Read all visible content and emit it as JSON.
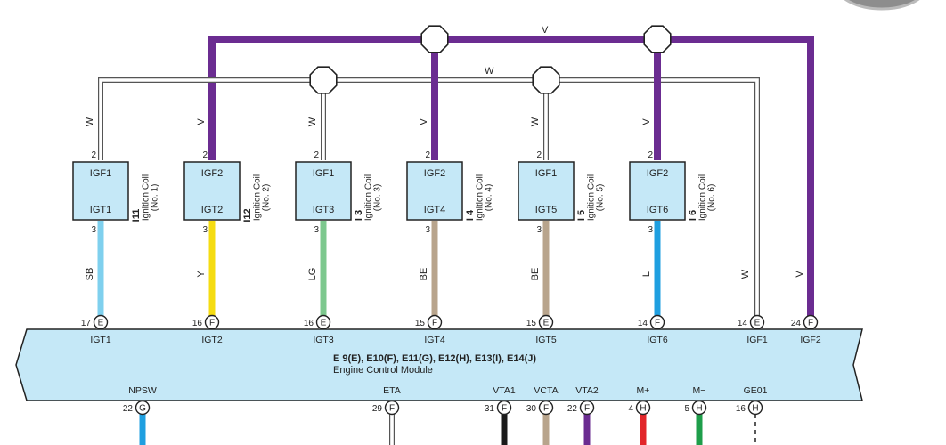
{
  "colors": {
    "violet": "#6b2c91",
    "white_wire": "#ffffff",
    "sky_blue": "#7fd0ee",
    "yellow": "#f5dc12",
    "light_green": "#7dc88e",
    "beige": "#b8a48c",
    "blue": "#1f9fe0",
    "black": "#1a1a1a",
    "red": "#e2262a",
    "green": "#1e9e4a",
    "component_fill": "#c5e8f7",
    "outline": "#333333"
  },
  "top_wires": {
    "violet_label": "V",
    "white_label": "W"
  },
  "coils": [
    {
      "wire_label": "W",
      "pin_top": "2",
      "igf": "IGF1",
      "igt": "IGT1",
      "pin_bottom": "3",
      "ref": "I11",
      "name": "Ignition Coil",
      "number": "(No. 1)",
      "out_label": "SB",
      "color": "sky_blue"
    },
    {
      "wire_label": "V",
      "pin_top": "2",
      "igf": "IGF2",
      "igt": "IGT2",
      "pin_bottom": "3",
      "ref": "I12",
      "name": "Ignition Coil",
      "number": "(No. 2)",
      "out_label": "Y",
      "color": "yellow"
    },
    {
      "wire_label": "W",
      "pin_top": "2",
      "igf": "IGF1",
      "igt": "IGT3",
      "pin_bottom": "3",
      "ref": "I 3",
      "name": "Ignition Coil",
      "number": "(No. 3)",
      "out_label": "LG",
      "color": "light_green"
    },
    {
      "wire_label": "V",
      "pin_top": "2",
      "igf": "IGF2",
      "igt": "IGT4",
      "pin_bottom": "3",
      "ref": "I 4",
      "name": "Ignition Coil",
      "number": "(No. 4)",
      "out_label": "BE",
      "color": "beige"
    },
    {
      "wire_label": "W",
      "pin_top": "2",
      "igf": "IGF1",
      "igt": "IGT5",
      "pin_bottom": "3",
      "ref": "I 5",
      "name": "Ignition Coil",
      "number": "(No. 5)",
      "out_label": "BE",
      "color": "beige"
    },
    {
      "wire_label": "V",
      "pin_top": "2",
      "igf": "IGF2",
      "igt": "IGT6",
      "pin_bottom": "3",
      "ref": "I 6",
      "name": "Ignition Coil",
      "number": "(No. 6)",
      "out_label": "L",
      "color": "blue"
    }
  ],
  "return_wires": [
    {
      "label": "W"
    },
    {
      "label": "V"
    }
  ],
  "ecm": {
    "connectors": "E 9(E), E10(F), E11(G), E12(H), E13(I), E14(J)",
    "name": "Engine Control Module",
    "top_pins": [
      {
        "num": "17",
        "conn": "E",
        "name": "IGT1"
      },
      {
        "num": "16",
        "conn": "F",
        "name": "IGT2"
      },
      {
        "num": "16",
        "conn": "E",
        "name": "IGT3"
      },
      {
        "num": "15",
        "conn": "F",
        "name": "IGT4"
      },
      {
        "num": "15",
        "conn": "E",
        "name": "IGT5"
      },
      {
        "num": "14",
        "conn": "F",
        "name": "IGT6"
      },
      {
        "num": "14",
        "conn": "E",
        "name": "IGF1"
      },
      {
        "num": "24",
        "conn": "F",
        "name": "IGF2"
      }
    ],
    "bottom_pins": [
      {
        "name": "NPSW",
        "num": "22",
        "conn": "G",
        "wire": "blue"
      },
      {
        "name": "ETA",
        "num": "29",
        "conn": "F",
        "wire": "white"
      },
      {
        "name": "VTA1",
        "num": "31",
        "conn": "F",
        "wire": "black"
      },
      {
        "name": "VCTA",
        "num": "30",
        "conn": "F",
        "wire": "beige"
      },
      {
        "name": "VTA2",
        "num": "22",
        "conn": "F",
        "wire": "violet"
      },
      {
        "name": "M+",
        "num": "4",
        "conn": "H",
        "wire": "red"
      },
      {
        "name": "M−",
        "num": "5",
        "conn": "H",
        "wire": "green"
      },
      {
        "name": "GE01",
        "num": "16",
        "conn": "H",
        "wire": "dashed"
      }
    ]
  }
}
